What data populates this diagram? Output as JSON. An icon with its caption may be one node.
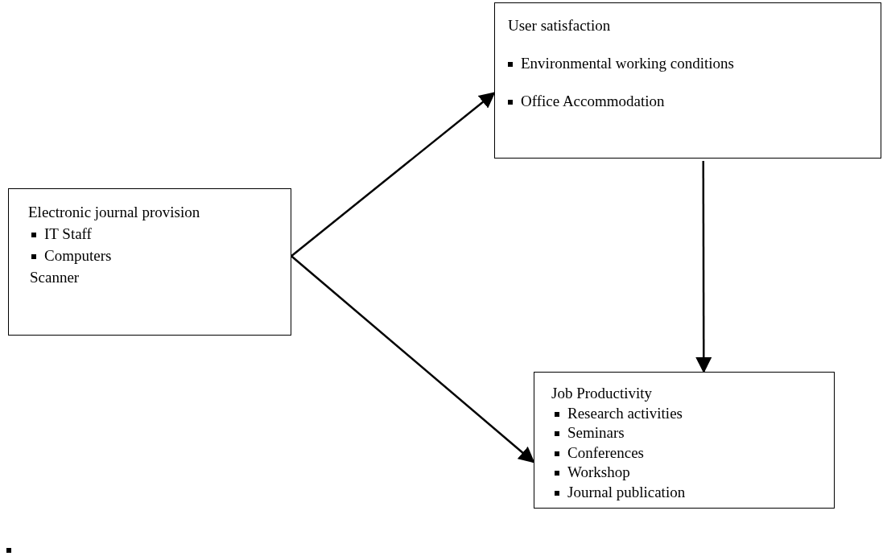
{
  "diagram": {
    "nodes": [
      {
        "text": [
          "Electronic journal provision",
          "IT Staff",
          "Computers",
          "Scanner"
        ]
      },
      {
        "text": [
          "User satisfaction",
          "Environmental working conditions",
          "Office Accommodation"
        ]
      },
      {
        "text": [
          "Job Productivity",
          "Research activities",
          "Seminars",
          "Conferences",
          "Workshop",
          "Journal publication"
        ]
      }
    ],
    "edges": [
      {
        "from": 0,
        "to": 1,
        "arrow": "to"
      },
      {
        "from": 0,
        "to": 2,
        "arrow": "to"
      },
      {
        "from": 1,
        "to": 2,
        "arrow": "to"
      }
    ]
  }
}
